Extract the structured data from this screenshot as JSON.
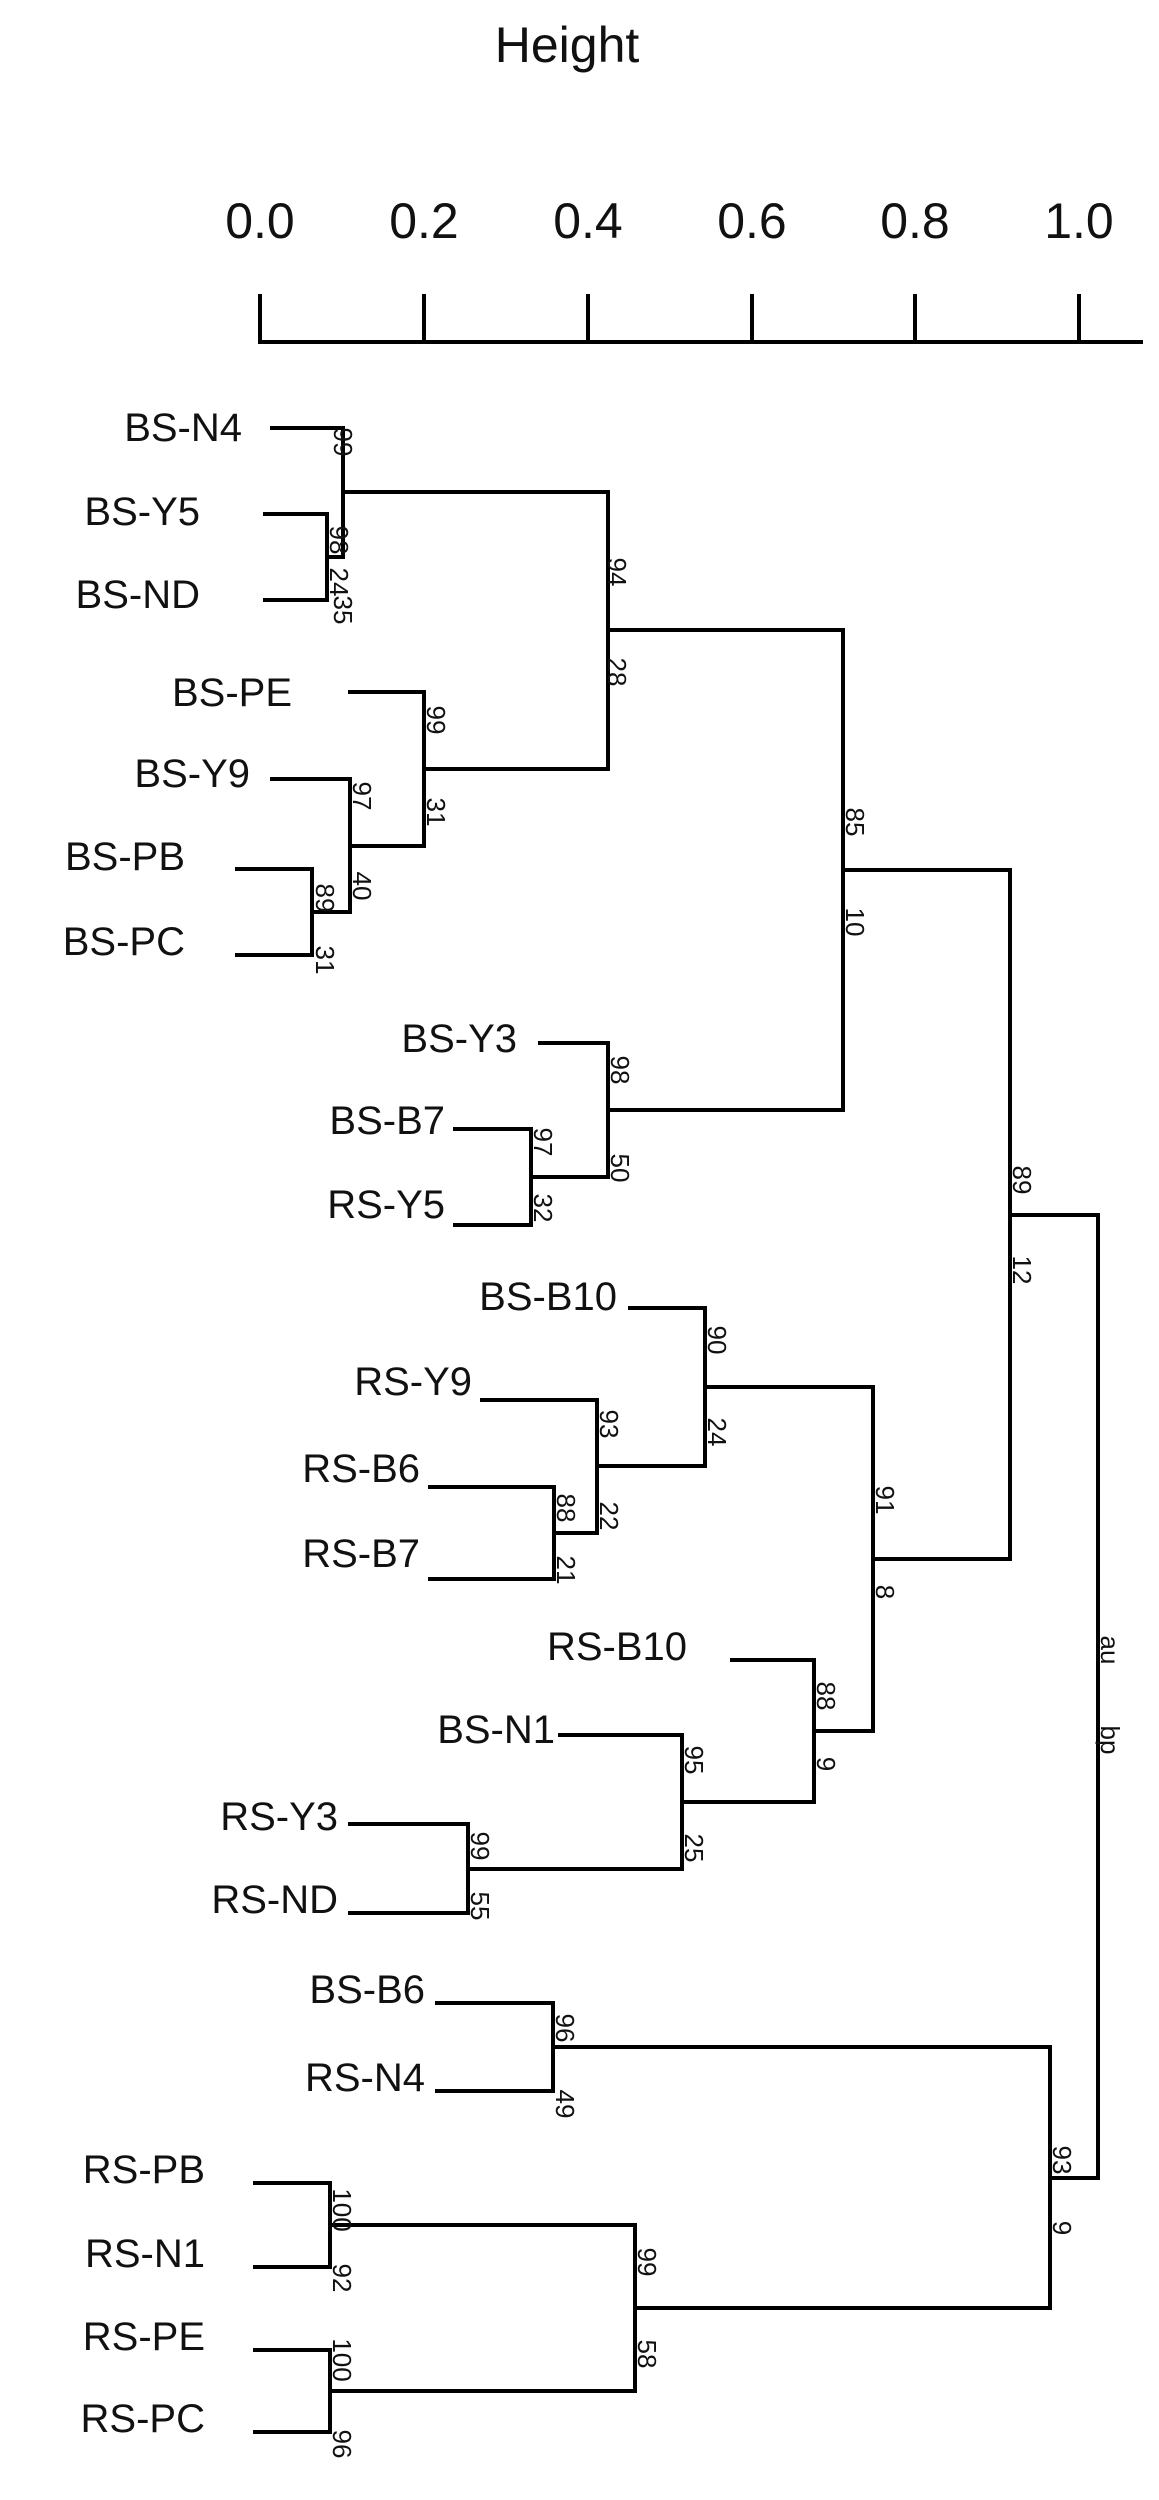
{
  "axis": {
    "title": "Height",
    "ticks": [
      "0.0",
      "0.2",
      "0.4",
      "0.6",
      "0.8",
      "1.0"
    ]
  },
  "leaves": [
    "BS-N4",
    "BS-Y5",
    "BS-ND",
    "BS-PE",
    "BS-Y9",
    "BS-PB",
    "BS-PC",
    "BS-Y3",
    "BS-B7",
    "RS-Y5",
    "BS-B10",
    "RS-Y9",
    "RS-B6",
    "RS-B7",
    "RS-B10",
    "BS-N1",
    "RS-Y3",
    "RS-ND",
    "BS-B6",
    "RS-N4",
    "RS-PB",
    "RS-N1",
    "RS-PE",
    "RS-PC"
  ],
  "pvalues": {
    "n1": {
      "au": "98",
      "bp": "24"
    },
    "n2": {
      "au": "99",
      "bp": "35"
    },
    "n3": {
      "au": "94",
      "bp": "28"
    },
    "n4": {
      "au": "89",
      "bp": "31"
    },
    "n5": {
      "au": "97",
      "bp": "40"
    },
    "n6": {
      "au": "99",
      "bp": "31"
    },
    "n7": {
      "au": "97",
      "bp": "32"
    },
    "n8": {
      "au": "98",
      "bp": "50"
    },
    "n9": {
      "au": "85",
      "bp": "10"
    },
    "n10": {
      "au": "88",
      "bp": "21"
    },
    "n11": {
      "au": "93",
      "bp": "22"
    },
    "n12": {
      "au": "90",
      "bp": "24"
    },
    "n13": {
      "au": "99",
      "bp": "55"
    },
    "n14": {
      "au": "95",
      "bp": "25"
    },
    "n15": {
      "au": "88",
      "bp": "9"
    },
    "n16": {
      "au": "91",
      "bp": "8"
    },
    "n17": {
      "au": "89",
      "bp": "12"
    },
    "n18": {
      "au": "96",
      "bp": "49"
    },
    "n19": {
      "au": "100",
      "bp": "92"
    },
    "n20": {
      "au": "100",
      "bp": "96"
    },
    "n21": {
      "au": "99",
      "bp": "58"
    },
    "n22": {
      "au": "93",
      "bp": "9"
    },
    "root": {
      "au": "au",
      "bp": "bp"
    }
  }
}
